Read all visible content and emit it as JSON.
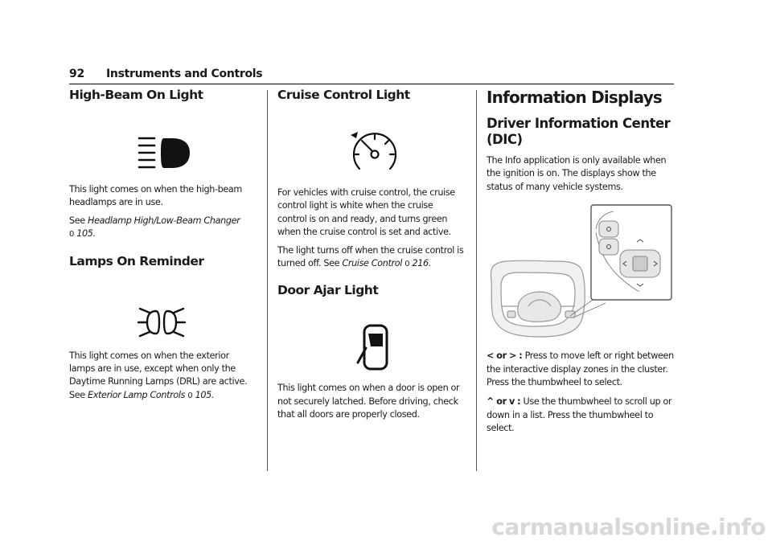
{
  "header": {
    "page_number": "92",
    "section": "Instruments and Controls"
  },
  "col1": {
    "high_beam": {
      "title": "High-Beam On Light",
      "icon": "high-beam-icon",
      "body": "This light comes on when the high-beam headlamps are in use.",
      "see_prefix": "See ",
      "see_link": "Headlamp High/Low-Beam Changer",
      "ref_arrow": "0",
      "ref_page": "105."
    },
    "lamps_on": {
      "title": "Lamps On Reminder",
      "icon": "exterior-lamps-icon",
      "body": "This light comes on when the exterior lamps are in use, except when only the Daytime Running Lamps (DRL) are active. See ",
      "link": "Exterior Lamp Controls",
      "ref_arrow": "0",
      "ref_page": "105."
    }
  },
  "col2": {
    "cruise": {
      "title": "Cruise Control Light",
      "icon": "cruise-control-icon",
      "body1": "For vehicles with cruise control, the cruise control light is white when the cruise control is on and ready, and turns green when the cruise control is set and active.",
      "body2_prefix": "The light turns off when the cruise control is turned off. See ",
      "link": "Cruise Control",
      "ref_arrow": "0",
      "ref_page": "216."
    },
    "door_ajar": {
      "title": "Door Ajar Light",
      "icon": "door-ajar-icon",
      "body": "This light comes on when a door is open or not securely latched. Before driving, check that all doors are properly closed."
    }
  },
  "col3": {
    "title": "Information Displays",
    "subtitle": "Driver Information Center (DIC)",
    "intro": "The Info application is only available when the ignition is on. The displays show the status of many vehicle systems.",
    "illustration": "steering-wheel-controls-illustration",
    "left_right": {
      "left_glyph": "<",
      "or": "or",
      "right_glyph": ">",
      "colon": ":",
      "text": "Press to move left or right between the interactive display zones in the cluster. Press the thumbwheel to select."
    },
    "up_down": {
      "up_glyph": "^",
      "or": "or",
      "down_glyph": "v",
      "colon": ":",
      "text": "Use the thumbwheel to scroll up or down in a list. Press the thumbwheel to select."
    }
  },
  "watermark": "carmanualsonline.info"
}
